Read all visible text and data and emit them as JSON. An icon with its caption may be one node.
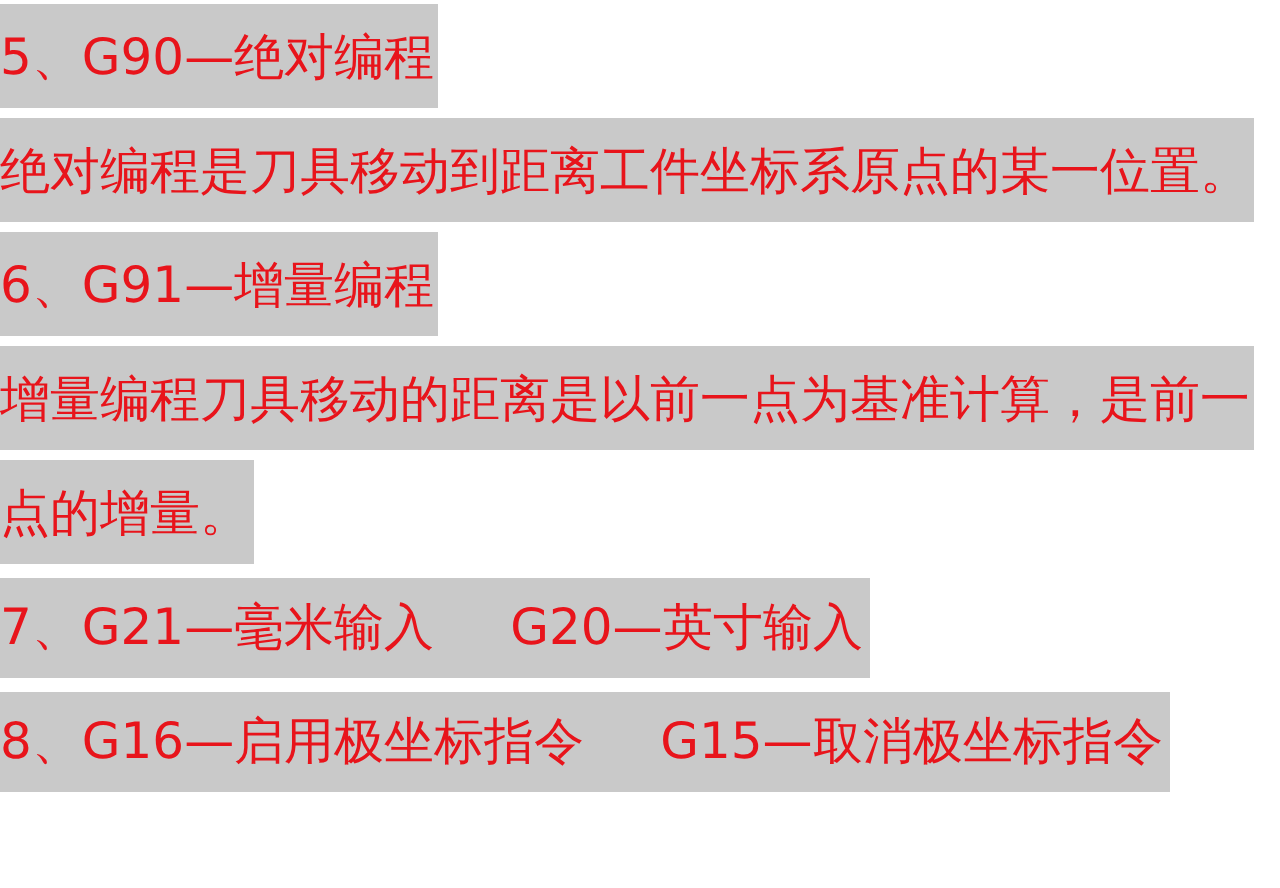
{
  "diagram": {
    "labels": [
      "5、G90—绝对编程",
      "绝对编程是刀具移动到距离工件坐标系原点的某一位置。",
      "6、G91—增量编程",
      "增量编程刀具移动的距离是以前一点为基准计算，是前一点的增量。",
      "7、G21—毫米输入",
      "G20—英寸输入",
      "8、G16—启用极坐标指令",
      "G15—取消极坐标指令"
    ]
  }
}
